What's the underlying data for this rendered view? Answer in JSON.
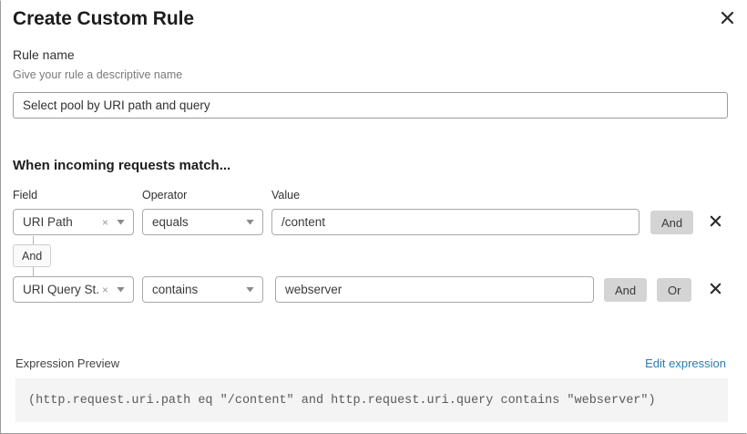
{
  "dialog": {
    "title": "Create Custom Rule",
    "close_icon": "close-icon"
  },
  "rule_name": {
    "label": "Rule name",
    "hint": "Give your rule a descriptive name",
    "value": "Select pool by URI path and query",
    "placeholder": "Select pool by URI path and query"
  },
  "match_section": {
    "heading": "When incoming requests match...",
    "columns": {
      "field": "Field",
      "operator": "Operator",
      "value": "Value"
    },
    "connector": {
      "label": "And"
    },
    "rows": [
      {
        "field": "URI Path",
        "operator": "equals",
        "value": "/content",
        "clear_icon": "×",
        "buttons": [
          "And"
        ],
        "delete_icon": "close-icon"
      },
      {
        "field": "URI Query St...",
        "operator": "contains",
        "value": "webserver",
        "clear_icon": "×",
        "buttons": [
          "And",
          "Or"
        ],
        "delete_icon": "close-icon"
      }
    ]
  },
  "expression": {
    "label": "Expression Preview",
    "edit_link": "Edit expression",
    "text": "(http.request.uri.path eq \"/content\" and http.request.uri.query contains \"webserver\")"
  },
  "colors": {
    "link": "#2c7cb0",
    "button_bg": "#d4d4d4",
    "preview_bg": "#f4f4f4",
    "border": "#a9a9a9"
  }
}
